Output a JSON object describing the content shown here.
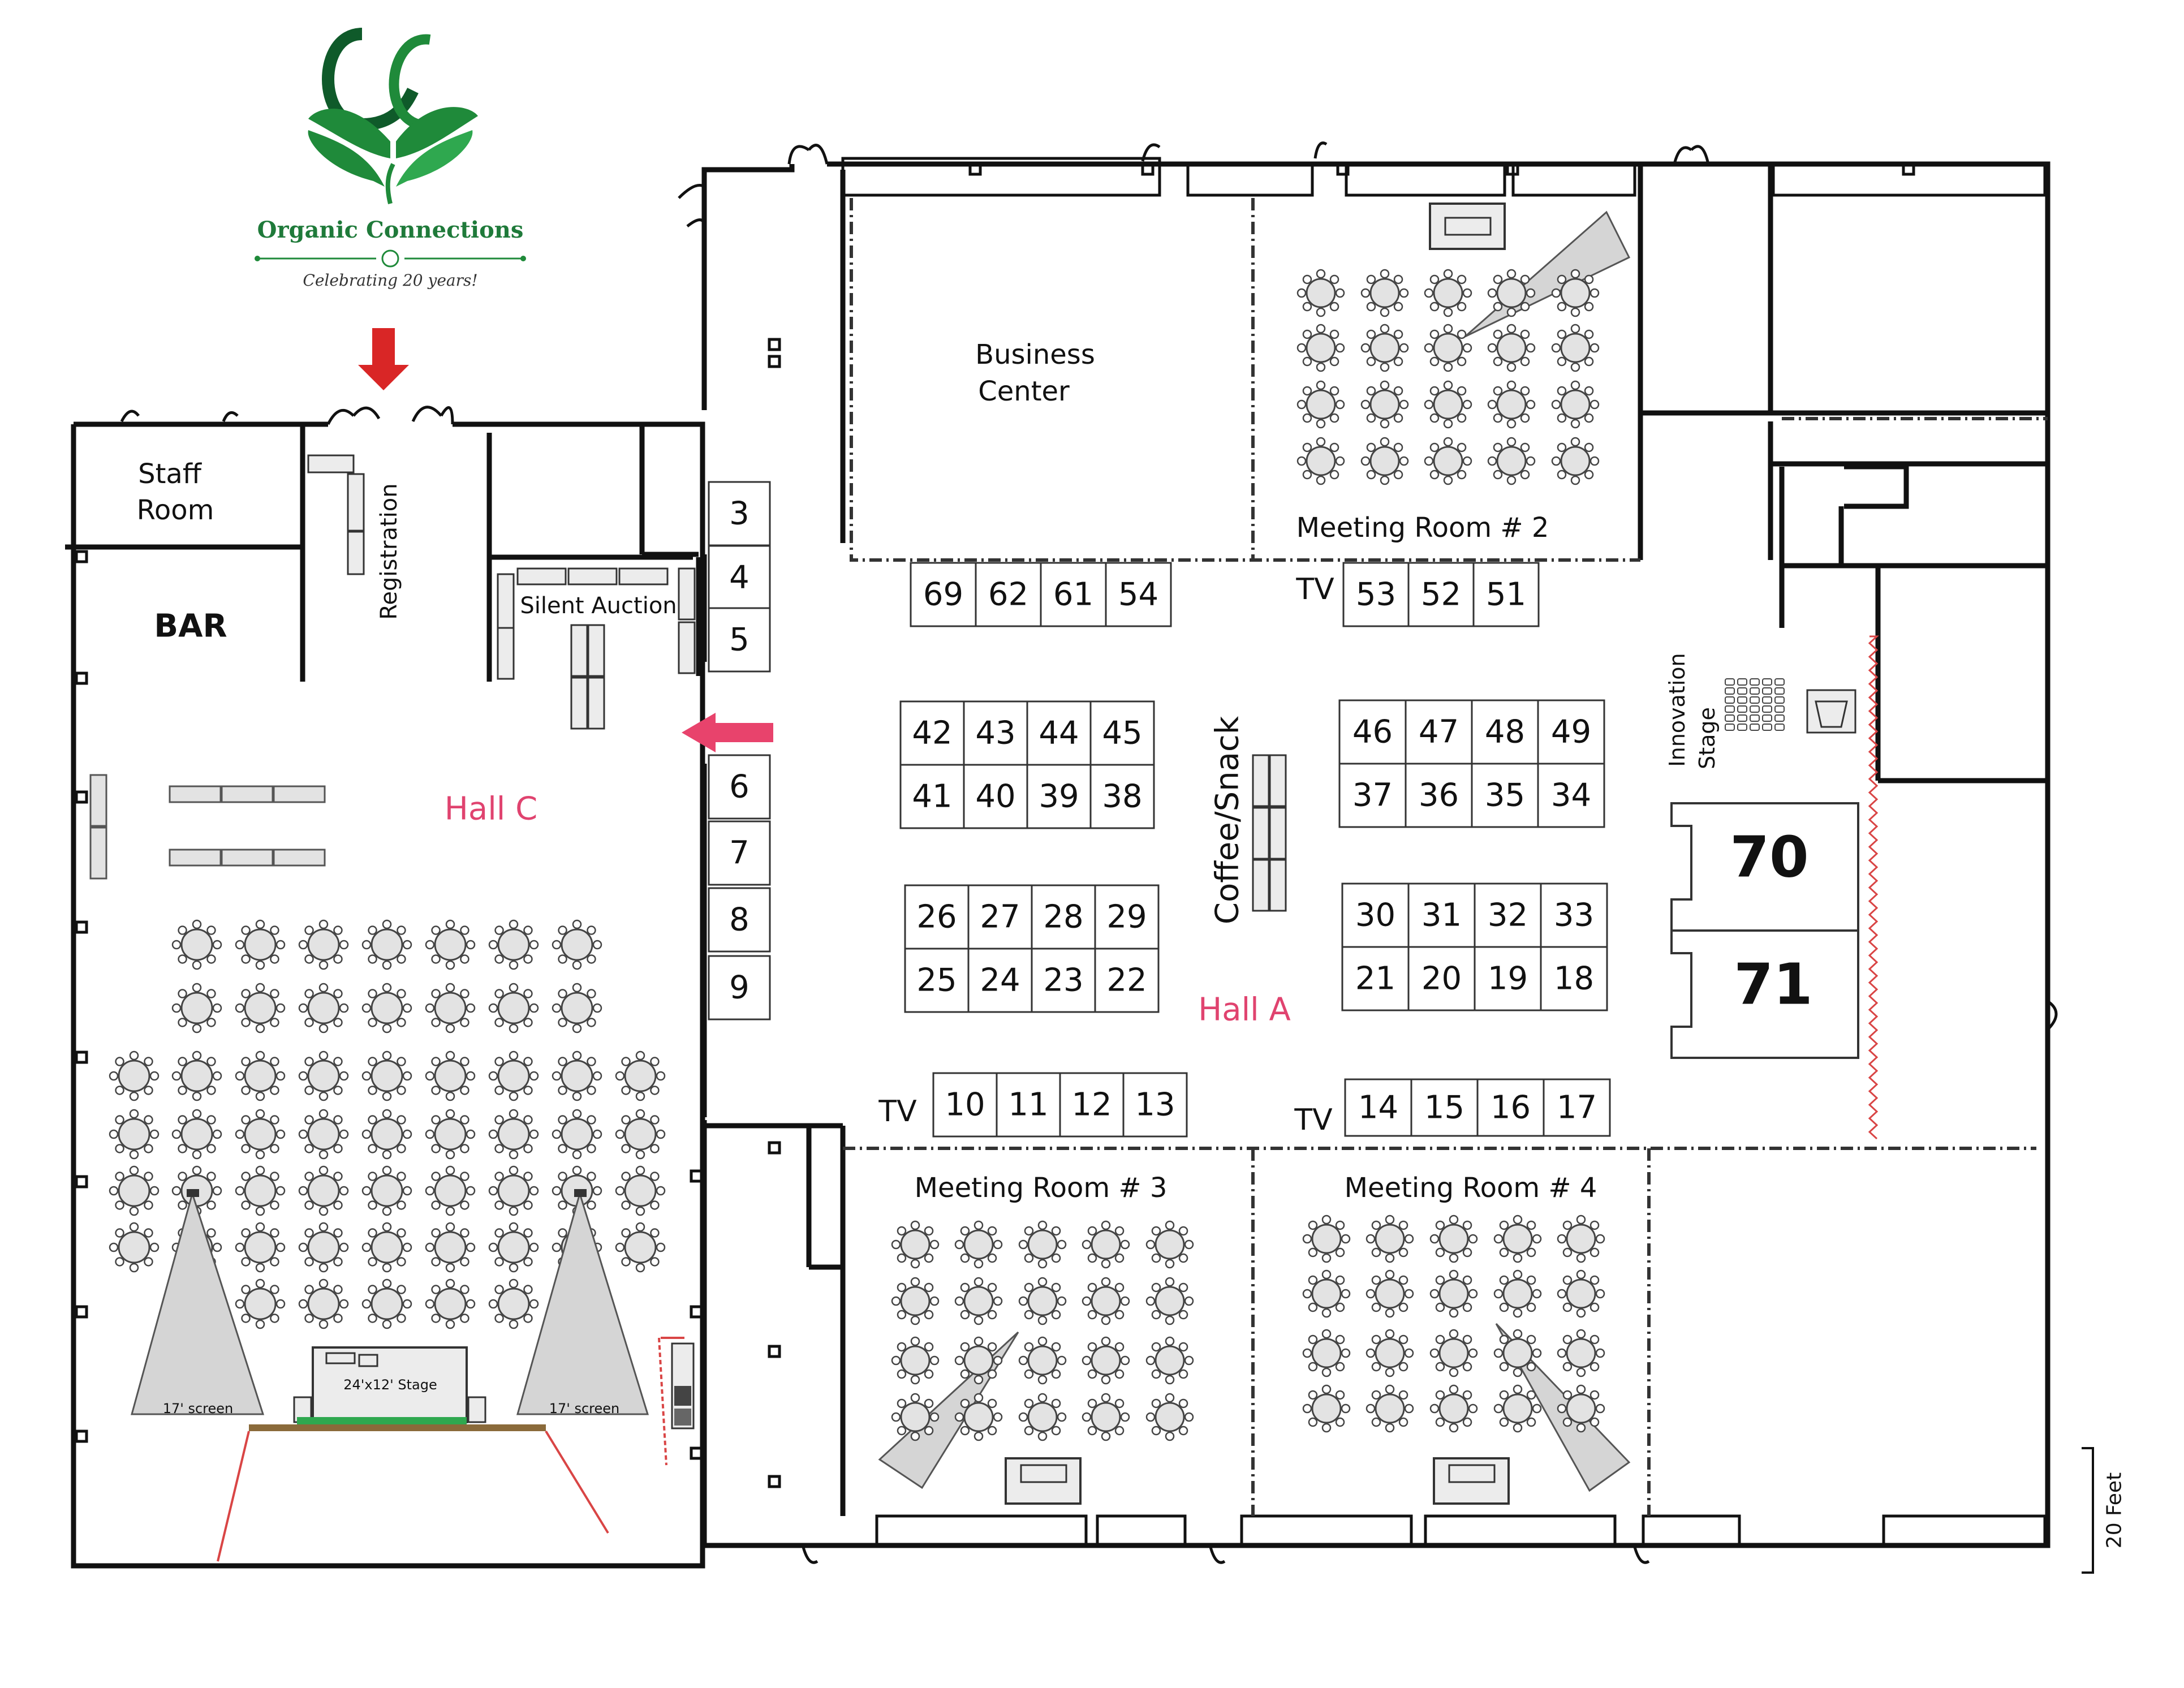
{
  "logo": {
    "name": "Organic Connections",
    "tagline": "Celebrating 20 years!",
    "colors": {
      "green": "#1f8a3a",
      "dark_green": "#0f5a2a"
    }
  },
  "colors": {
    "wall": "#111111",
    "hall_label": "#e0436f",
    "entrance_arrow": "#d92626",
    "side_arrow": "#e8436c",
    "curtain": "#d94545",
    "table_fill": "#e3e3e3",
    "screen_fill": "#d5d5d5",
    "stage_strip": "#2fa84f"
  },
  "rooms": {
    "staff_room": [
      "Staff",
      "Room"
    ],
    "bar": "BAR",
    "registration": "Registration",
    "silent_auction": "Silent Auction",
    "hall_c": "Hall C",
    "hall_a": "Hall A",
    "business_center": [
      "Business",
      "Center"
    ],
    "meeting_room_2": "Meeting Room # 2",
    "meeting_room_3": "Meeting Room # 3",
    "meeting_room_4": "Meeting Room # 4",
    "coffee_snack": "Coffee/Snack",
    "innovation_stage": [
      "Innovation",
      "Stage"
    ],
    "stage": "24'x12' Stage",
    "screen_left": "17' screen",
    "screen_right": "17' screen",
    "tv": "TV",
    "scale": "20 Feet"
  },
  "booths": {
    "left_column": [
      "3",
      "4",
      "5",
      "6",
      "7",
      "8",
      "9"
    ],
    "top_row_left": [
      "69",
      "62",
      "61",
      "54"
    ],
    "top_row_right": [
      "53",
      "52",
      "51"
    ],
    "block1_top": [
      "42",
      "43",
      "44",
      "45"
    ],
    "block1_bottom": [
      "41",
      "40",
      "39",
      "38"
    ],
    "block2_top": [
      "26",
      "27",
      "28",
      "29"
    ],
    "block2_bottom": [
      "25",
      "24",
      "23",
      "22"
    ],
    "block3_top": [
      "46",
      "47",
      "48",
      "49"
    ],
    "block3_bottom": [
      "37",
      "36",
      "35",
      "34"
    ],
    "block4_top": [
      "30",
      "31",
      "32",
      "33"
    ],
    "block4_bottom": [
      "21",
      "20",
      "19",
      "18"
    ],
    "bottom_row_left": [
      "10",
      "11",
      "12",
      "13"
    ],
    "bottom_row_right": [
      "14",
      "15",
      "16",
      "17"
    ],
    "large": [
      "70",
      "71"
    ]
  }
}
